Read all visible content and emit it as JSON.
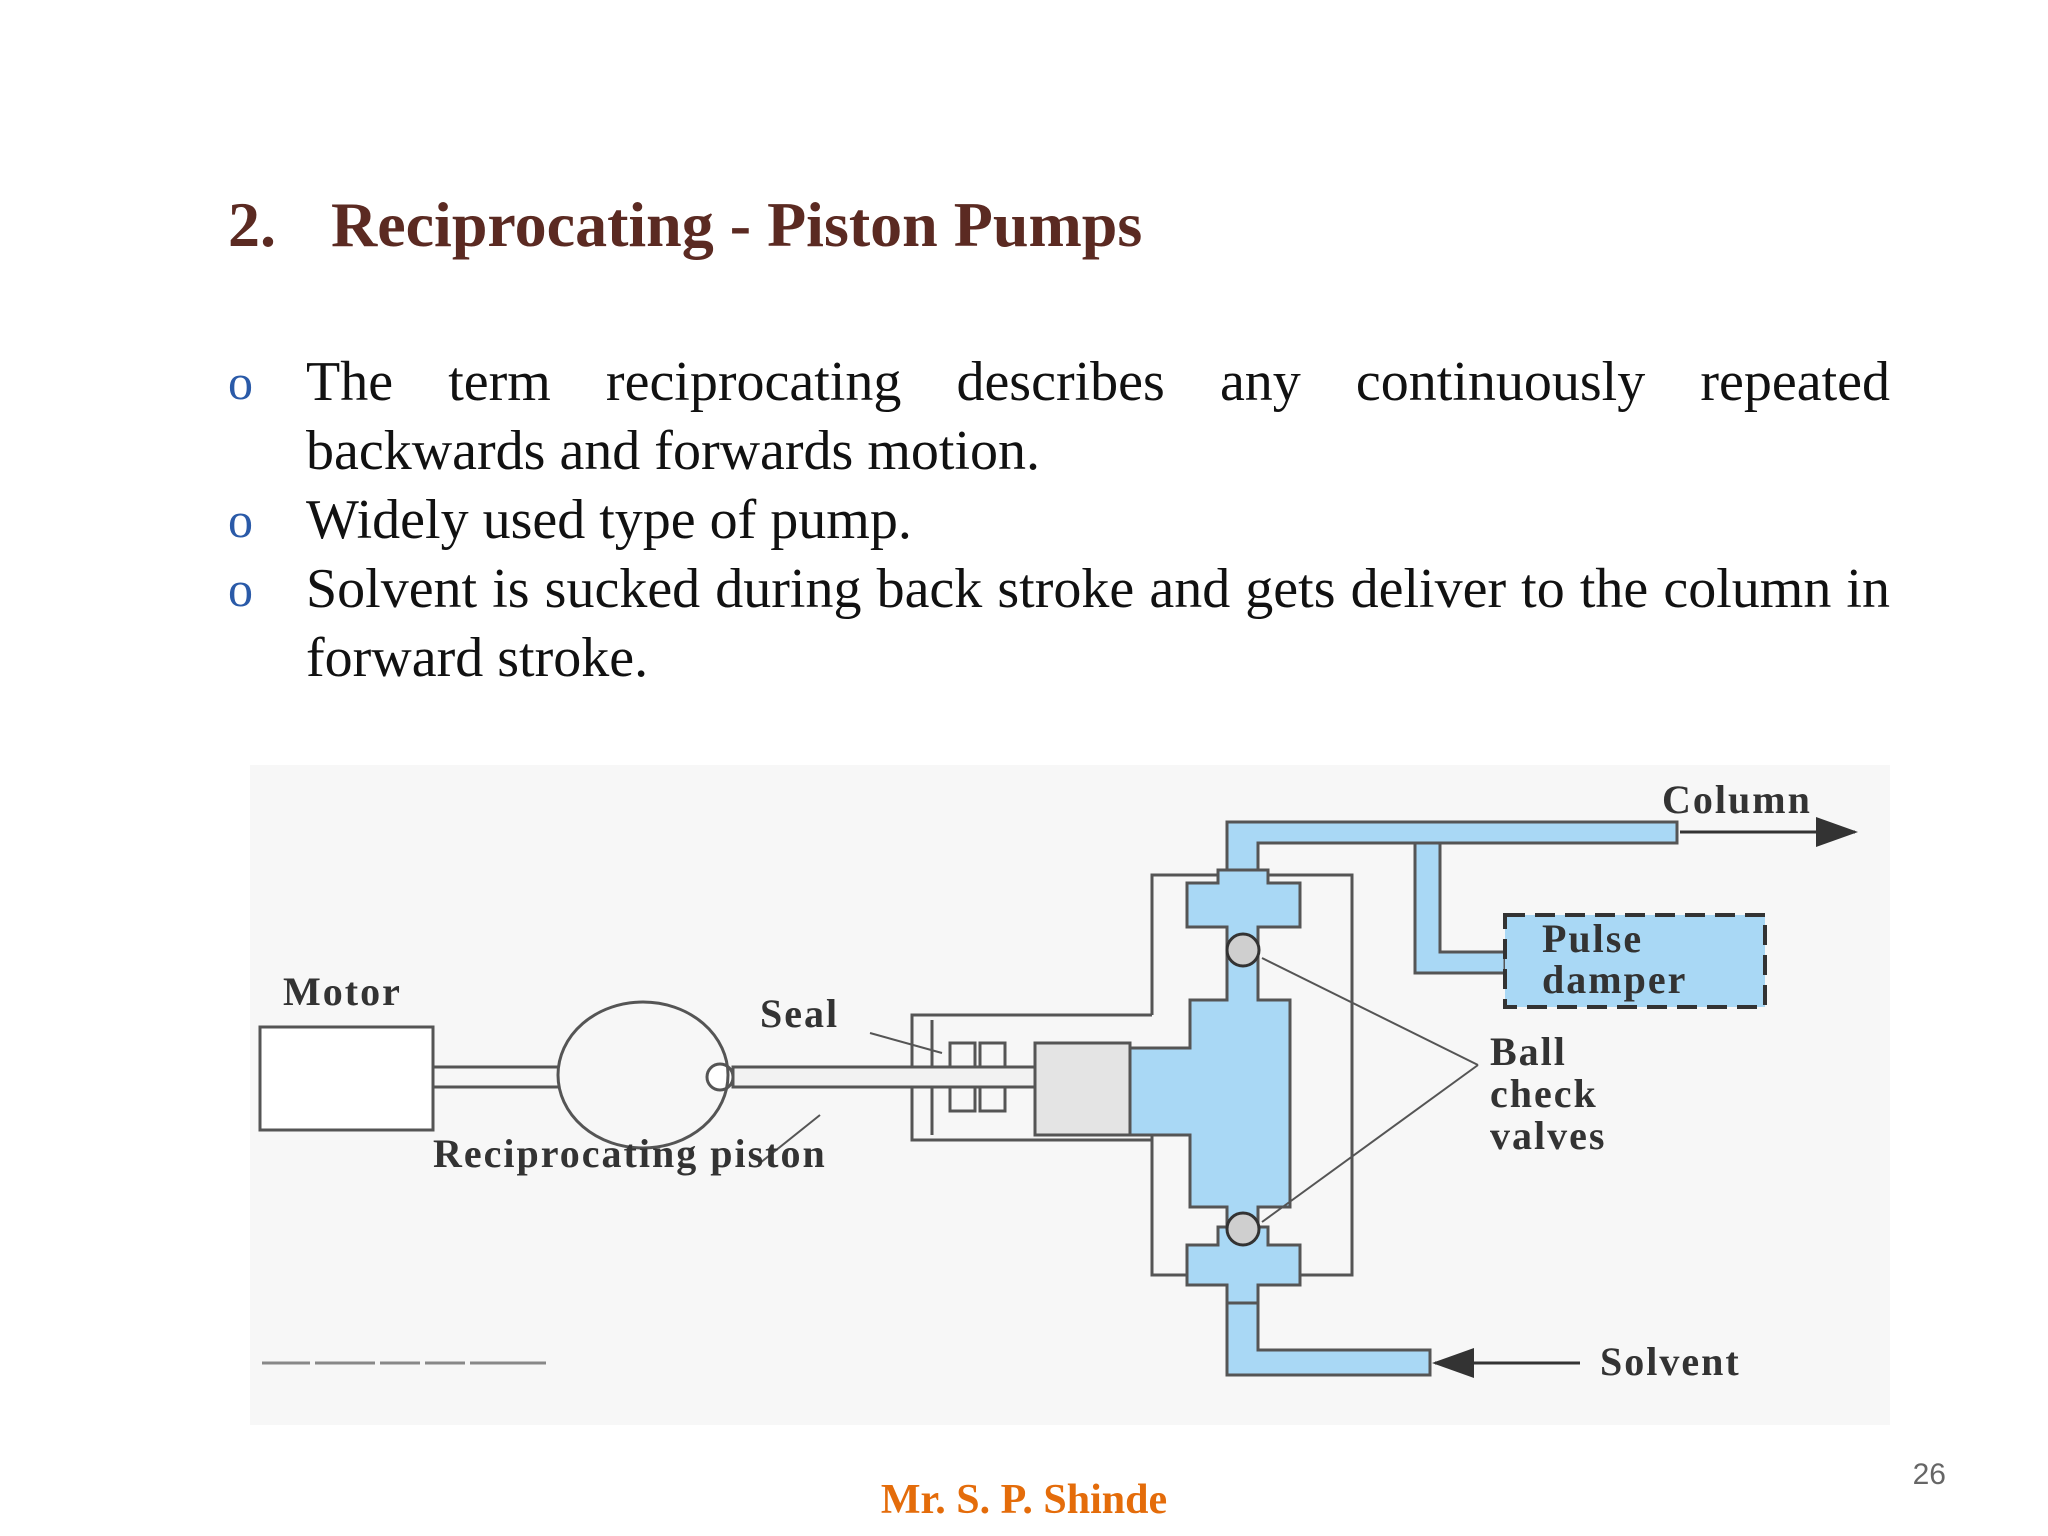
{
  "slide": {
    "title_number": "2.",
    "title": "Reciprocating - Piston Pumps",
    "bullet_marker": "o",
    "bullets": [
      "The term reciprocating describes any continuously repeated backwards and forwards motion.",
      "Widely used type of pump.",
      "Solvent is sucked during back stroke and gets deliver to the column in forward stroke."
    ],
    "footer": "Mr. S. P. Shinde",
    "page_number": "26"
  },
  "diagram": {
    "labels": {
      "column": "Column",
      "pulse_damper_line1": "Pulse",
      "pulse_damper_line2": "damper",
      "motor": "Motor",
      "seal": "Seal",
      "ball_line1": "Ball",
      "ball_line2": "check",
      "ball_line3": "valves",
      "reciprocating_piston": "Reciprocating piston",
      "solvent": "Solvent"
    },
    "colors": {
      "fluid": "#a9d8f5",
      "outline": "#555555",
      "piston": "#e4e4e4"
    }
  }
}
